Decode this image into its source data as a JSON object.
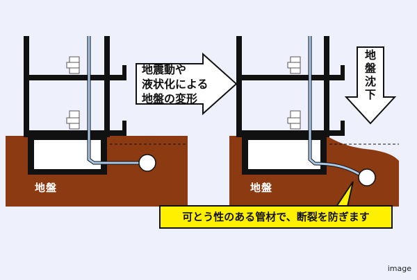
{
  "colors": {
    "background": "#eef0fb",
    "ground": "#8b3a12",
    "building": "#111111",
    "pipe": "#a8c8e8",
    "callout": "#fff000",
    "arrow_fill": "#ffffff"
  },
  "labels": {
    "ground_left": "地盤",
    "ground_right": "地盤",
    "arrow_right_lines": [
      "地震動や",
      "液状化による",
      "地盤の変形"
    ],
    "arrow_down_chars": [
      "地",
      "盤",
      "沈",
      "下"
    ],
    "callout": "可とう性のある管材で、断裂を防ぎます",
    "caption": "image"
  }
}
